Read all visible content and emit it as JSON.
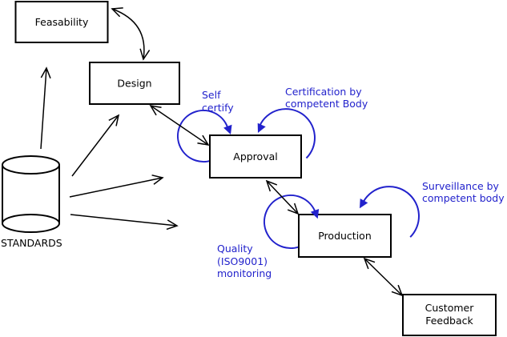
{
  "colors": {
    "ink": "#000000",
    "annotation_blue": "#2222cc",
    "box_fill": "#ffffff"
  },
  "nodes": {
    "feasability": "Feasability",
    "design": "Design",
    "approval": "Approval",
    "production": "Production",
    "customer_feedback": {
      "line1": "Customer",
      "line2": "Feedback"
    }
  },
  "datastore": {
    "label": "STANDARDS"
  },
  "annotations": {
    "self_certify": {
      "line1": "Self",
      "line2": "certify"
    },
    "certification": {
      "line1": "Certification by",
      "line2": "competent Body"
    },
    "surveillance": {
      "line1": "Surveillance by",
      "line2": "competent body"
    },
    "quality": {
      "line1": "Quality",
      "line2": "(ISO9001)",
      "line3": "monitoring"
    }
  }
}
